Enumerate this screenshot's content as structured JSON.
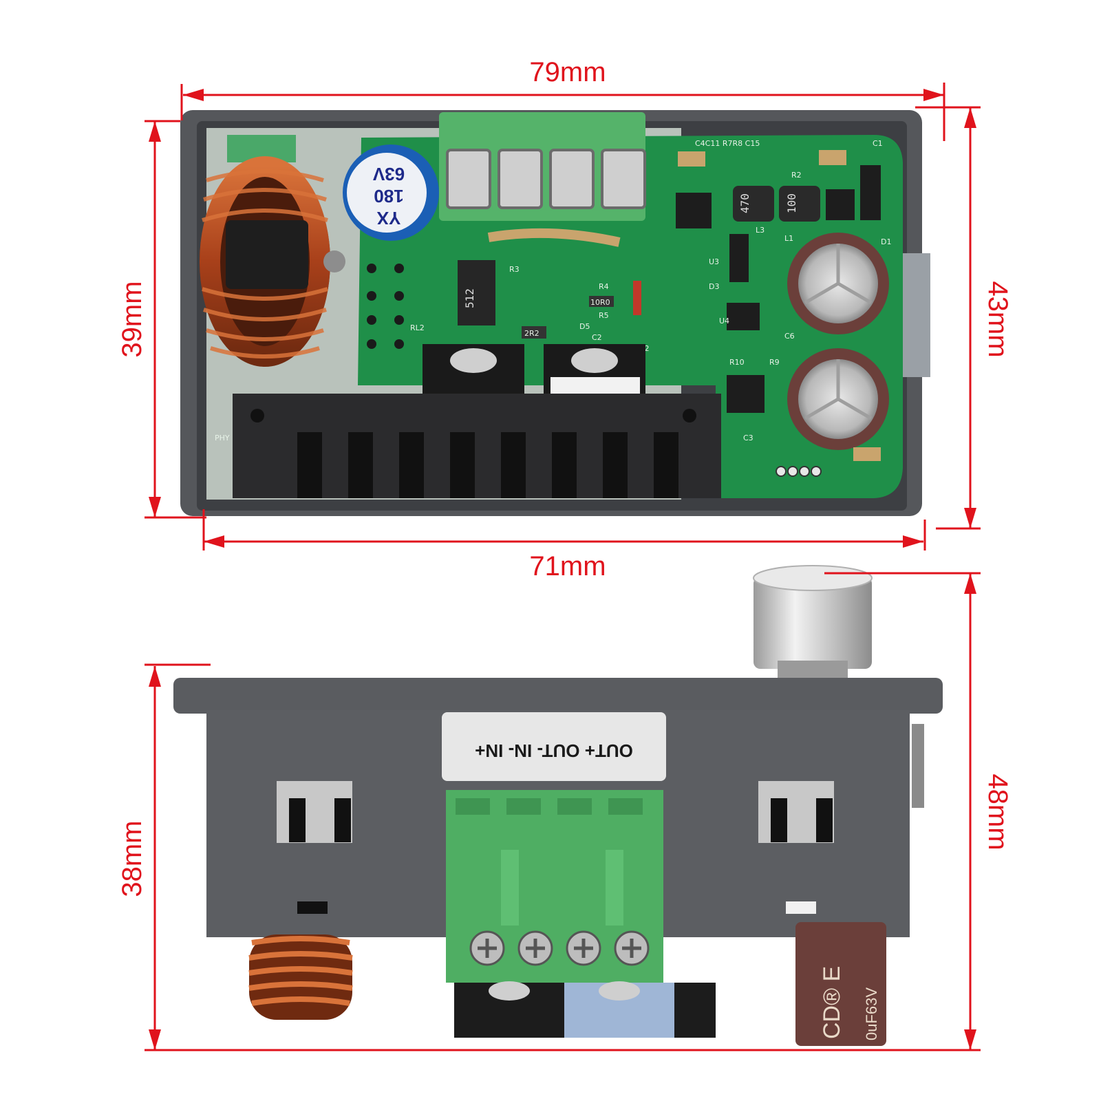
{
  "colors": {
    "dimension": "#e0131c",
    "housing": "#5a5c60",
    "pcb": "#1e8f48",
    "terminal": "#4fae63",
    "coil": "#b84a1a",
    "heatsink": "#2b2b2d",
    "capacitor_brown": "#6b3f3a"
  },
  "top_view": {
    "width_label": "79mm",
    "inner_width_label": "71mm",
    "height_left_label": "39mm",
    "height_right_label": "43mm",
    "small_cap": {
      "lines": [
        "YX",
        "180",
        "63V"
      ]
    },
    "chips": {
      "u_512": "512",
      "inductor_470": "470",
      "inductor_100": "100",
      "resistor_2r2": "2R2",
      "resistor_10r0": "10R0"
    },
    "silkscreen": [
      "C4C11 R7R8 C15",
      "C1",
      "R2",
      "L3",
      "L1",
      "U3",
      "R3",
      "R4",
      "D3",
      "R5",
      "D5",
      "C2",
      "D2",
      "R9",
      "R10",
      "RL2",
      "C6",
      "U4",
      "D1",
      "C3",
      "PHY"
    ]
  },
  "side_view": {
    "height_left_label": "38mm",
    "height_right_label": "48mm",
    "terminal_labels": "OUT+  OUT-  IN-  IN+",
    "capacitor_text": [
      "CD® E",
      "0uF63V"
    ]
  }
}
